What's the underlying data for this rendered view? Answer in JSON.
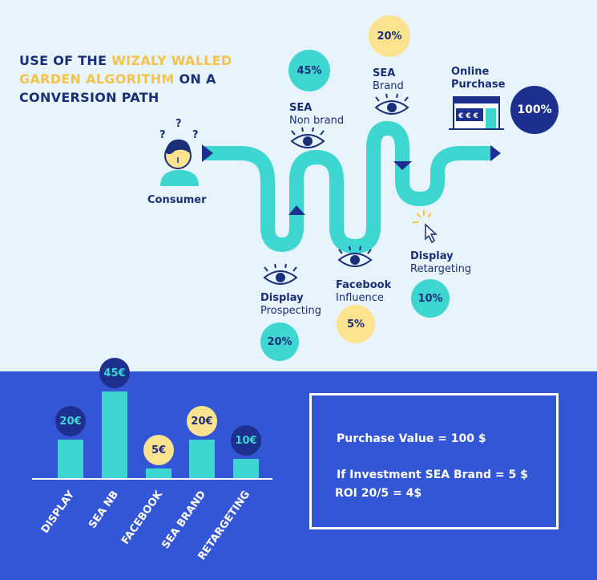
{
  "title": {
    "line1_a": "USE OF THE ",
    "line1_b": "WIZALY WALLED",
    "line2_a": "GARDEN ALGORITHM",
    "line2_b": " ON A",
    "line3": "CONVERSION PATH"
  },
  "consumer": {
    "label": "Consumer",
    "question_marks": [
      "?",
      "?",
      "?"
    ]
  },
  "touchpoints": [
    {
      "name": "Display",
      "sub": "Prospecting",
      "value": "20%",
      "icon": "eye-icon"
    },
    {
      "name": "SEA",
      "sub": "Non brand",
      "value": "45%",
      "icon": "eye-icon"
    },
    {
      "name": "Facebook",
      "sub": "Influence",
      "value": "5%",
      "icon": "eye-icon"
    },
    {
      "name": "SEA",
      "sub": "Brand",
      "value": "20%",
      "icon": "eye-icon"
    },
    {
      "name": "Display",
      "sub": "Retargeting",
      "value": "10%",
      "icon": "click-cursor-icon"
    }
  ],
  "purchase": {
    "line1": "Online",
    "line2": "Purchase",
    "value": "100%",
    "shop_sign": "€ € €"
  },
  "chart_data": {
    "type": "bar",
    "categories": [
      "DISPLAY",
      "SEA NB",
      "FACEBOOK",
      "SEA BRAND",
      "RETARGETING"
    ],
    "values": [
      20,
      45,
      5,
      20,
      10
    ],
    "value_labels": [
      "20€",
      "45€",
      "5€",
      "20€",
      "10€"
    ],
    "label_colors": [
      "navy",
      "navy",
      "yellow",
      "yellow",
      "navy"
    ],
    "ylim": [
      0,
      45
    ]
  },
  "roi": {
    "line1": "Purchase Value = 100 $",
    "line2": "If Investment SEA Brand = 5 $",
    "line3": "ROI 20/5 = 4$"
  },
  "colors": {
    "navy": "#1d2f8f",
    "teal": "#3dd6d0",
    "yellow": "#fde38f",
    "blue": "#3356d6",
    "title_yellow": "#f5c24a"
  }
}
